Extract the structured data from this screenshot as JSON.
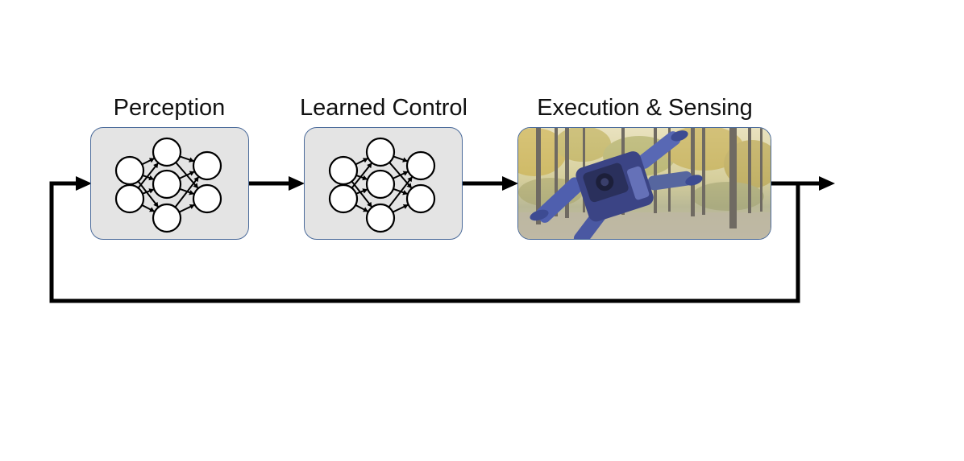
{
  "diagram": {
    "blocks": [
      {
        "id": "perception",
        "title": "Perception",
        "content": "neural-network-icon"
      },
      {
        "id": "learned-control",
        "title": "Learned Control",
        "content": "neural-network-icon"
      },
      {
        "id": "execution-sensing",
        "title": "Execution & Sensing",
        "content": "drone-in-forest-image"
      }
    ],
    "flow": [
      "perception",
      "learned-control",
      "execution-sensing",
      "output"
    ],
    "feedback": {
      "from": "execution-sensing",
      "to": "perception"
    },
    "colors": {
      "block_fill": "#e4e4e4",
      "block_border": "#4a6a9a",
      "arrow": "#000000",
      "drone": "#4a5aa8"
    }
  }
}
